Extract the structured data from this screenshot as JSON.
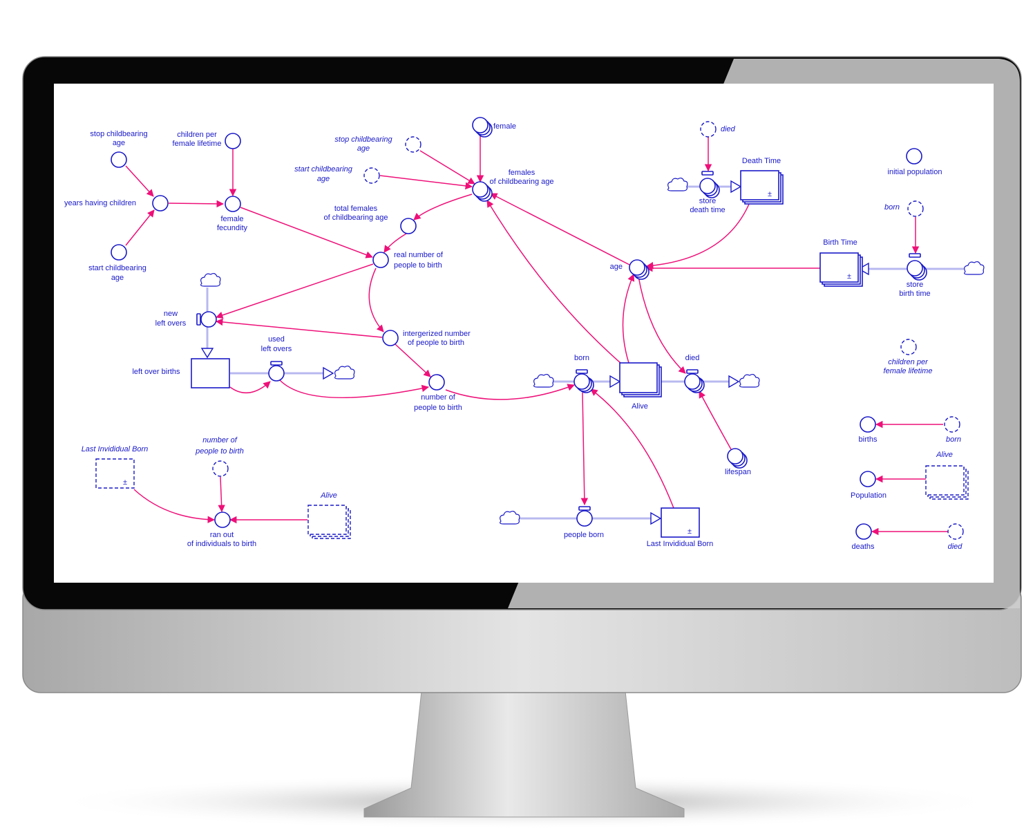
{
  "colors": {
    "link": "#ee1079",
    "element": "#1818c8",
    "pipe": "#b8b8f0",
    "screen": "#ffffff",
    "bezel": "#070707",
    "chin": "#d9d9d9"
  },
  "labels": {
    "stop_childbearing_age": [
      "stop childbearing",
      "age"
    ],
    "children_per_female_lifetime": [
      "children per",
      "female lifetime"
    ],
    "years_having_children": [
      "years having children"
    ],
    "start_childbearing_age": [
      "start childbearing",
      "age"
    ],
    "female_fecundity": [
      "female",
      "fecundity"
    ],
    "ghost_stop_childbearing_age": [
      "stop childbearing",
      "age"
    ],
    "ghost_start_childbearing_age": [
      "start childbearing",
      "age"
    ],
    "female": [
      "female"
    ],
    "females_of_childbearing_age": [
      "females",
      "of childbearing age"
    ],
    "total_females": [
      "total females",
      "of childbearing age"
    ],
    "real_number": [
      "real number of",
      "people to birth"
    ],
    "new_left_overs": [
      "new",
      "left overs"
    ],
    "used_left_overs": [
      "used",
      "left overs"
    ],
    "left_over_births": [
      "left over births"
    ],
    "intergerized_number": [
      "intergerized number",
      "of people to birth"
    ],
    "number_of_people_to_birth": [
      "number of",
      "people to birth"
    ],
    "born_flow": [
      "born"
    ],
    "alive": [
      "Alive"
    ],
    "died_flow": [
      "died"
    ],
    "age": [
      "age"
    ],
    "lifespan": [
      "lifespan"
    ],
    "ghost_died_top": [
      "died"
    ],
    "death_time": [
      "Death Time"
    ],
    "store_death_time": [
      "store",
      "death time"
    ],
    "initial_population": [
      "initial population"
    ],
    "ghost_born_top": [
      "born"
    ],
    "birth_time": [
      "Birth Time"
    ],
    "store_birth_time": [
      "store",
      "birth time"
    ],
    "ghost_children_per_female_lifetime": [
      "children per",
      "female lifetime"
    ],
    "births": [
      "births"
    ],
    "ghost_born": [
      "born"
    ],
    "population": [
      "Population"
    ],
    "ghost_alive_right": [
      "Alive"
    ],
    "deaths": [
      "deaths"
    ],
    "ghost_died": [
      "died"
    ],
    "ghost_last_invididual_born": [
      "Last Invididual Born"
    ],
    "ghost_number_of_people": [
      "number of",
      "people to birth"
    ],
    "ghost_alive_left": [
      "Alive"
    ],
    "ran_out": [
      "ran out",
      "of individuals to birth"
    ],
    "people_born": [
      "people born"
    ],
    "last_invididual_born": [
      "Last Invididual Born"
    ]
  },
  "symbols": {
    "plus_minus": "±"
  }
}
